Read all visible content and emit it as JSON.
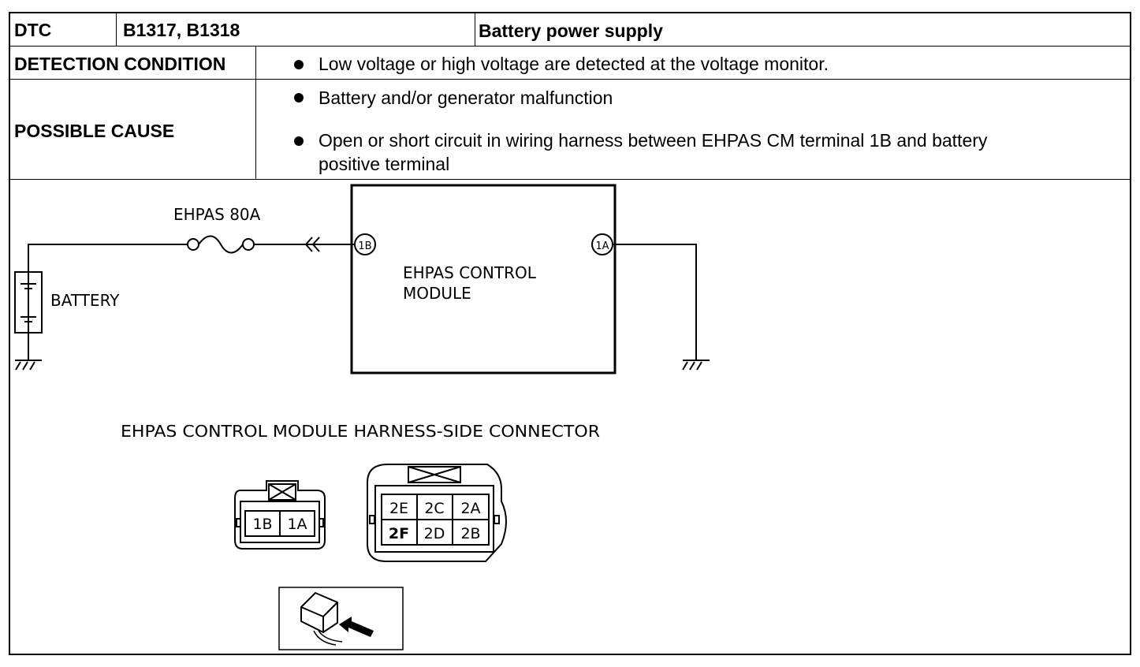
{
  "table": {
    "dtc_label": "DTC",
    "dtc_codes": "B1317, B1318",
    "dtc_title": "Battery power supply",
    "detection_label": "DETECTION CONDITION",
    "detection_items": [
      "Low voltage or high voltage are detected at the voltage monitor."
    ],
    "cause_label": "POSSIBLE CAUSE",
    "cause_items": [
      "Battery and/or generator malfunction",
      "Open or short circuit in wiring harness between EHPAS CM terminal 1B and battery",
      "positive terminal"
    ]
  },
  "diagram": {
    "fuse_label": "EHPAS 80A",
    "battery_label": "BATTERY",
    "module_label_line1": "EHPAS CONTROL",
    "module_label_line2": "MODULE",
    "terminal_1b": "1B",
    "terminal_1a": "1A",
    "connector_title": "EHPAS CONTROL MODULE HARNESS-SIDE CONNECTOR",
    "small_connector_pins": [
      "1B",
      "1A"
    ],
    "large_connector_pins_top": [
      "2E",
      "2C",
      "2A"
    ],
    "large_connector_pins_bottom": [
      "2F",
      "2D",
      "2B"
    ]
  }
}
